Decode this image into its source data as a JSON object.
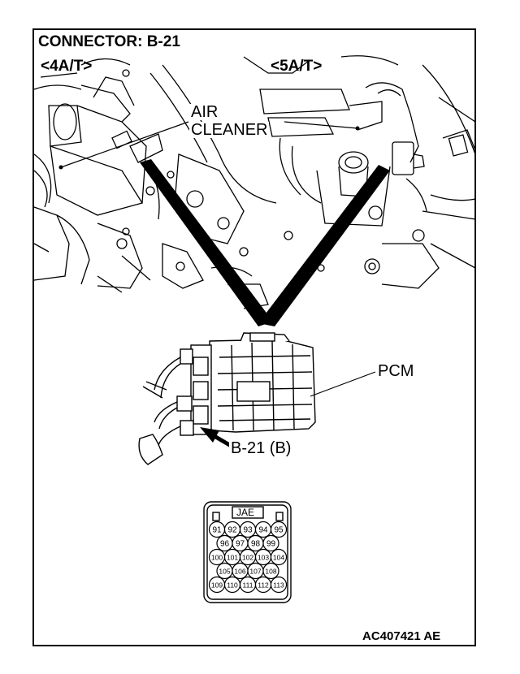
{
  "title": "CONNECTOR: B-21",
  "variant_left": "<4A/T>",
  "variant_right": "<5A/T>",
  "labels": {
    "air_cleaner_line1": "AIR",
    "air_cleaner_line2": "CLEANER",
    "pcm": "PCM",
    "connector_ref": "B-21 (B)"
  },
  "connector_face": {
    "maker": "JAE",
    "rows": [
      [
        "91",
        "92",
        "93",
        "94",
        "95"
      ],
      [
        "96",
        "97",
        "98",
        "99"
      ],
      [
        "100",
        "101",
        "102",
        "103",
        "104"
      ],
      [
        "105",
        "106",
        "107",
        "108"
      ],
      [
        "109",
        "110",
        "111",
        "112",
        "113"
      ]
    ]
  },
  "figure_code": "AC407421 AE"
}
